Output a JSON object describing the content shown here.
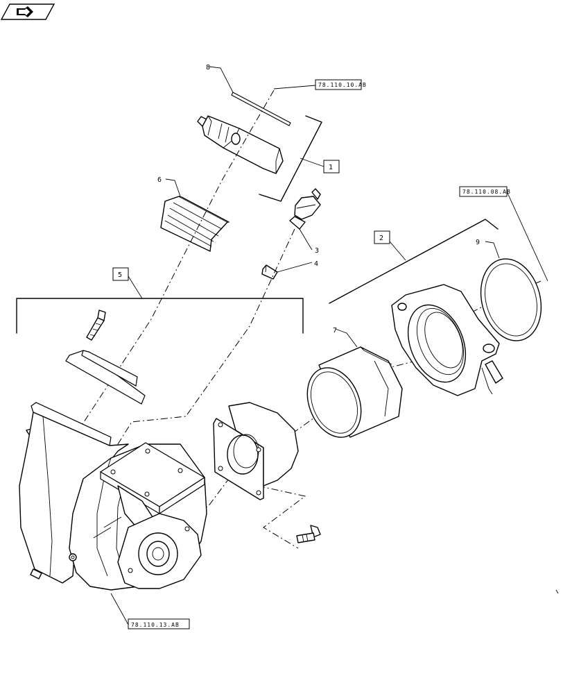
{
  "nav_icon": {
    "icon": "arrow-right-icon"
  },
  "callouts": {
    "c1": "1",
    "c2": "2",
    "c3": "3",
    "c4": "4",
    "c5": "5",
    "c6": "6",
    "c7": "7",
    "c8": "8",
    "c9": "9"
  },
  "references": {
    "ref_top": "78.110.10.AB",
    "ref_right": "78.110.08.AB",
    "ref_bottom": "78.110.13.AB"
  }
}
